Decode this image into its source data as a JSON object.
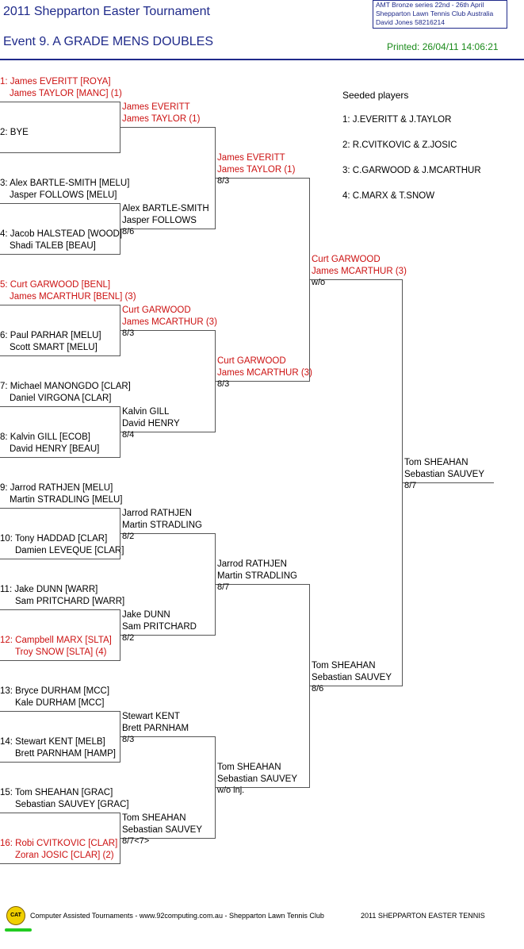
{
  "header": {
    "title": "2011 Shepparton Easter Tournament",
    "event": "Event 9. A GRADE MENS DOUBLES",
    "printed": "Printed: 26/04/11 14:06:21",
    "info_line1": "AMT Bronze series    22nd - 26th April",
    "info_line2": "Shepparton Lawn Tennis Club    Australia",
    "info_line3": "David Jones    58216214"
  },
  "round1": [
    {
      "p1": "1: James EVERITT [ROYA]",
      "p2": "James TAYLOR [MANC] (1)",
      "seeded": true
    },
    {
      "p1": "2: BYE",
      "p2": "",
      "seeded": false
    },
    {
      "p1": "3: Alex BARTLE-SMITH [MELU]",
      "p2": "Jasper FOLLOWS [MELU]",
      "seeded": false
    },
    {
      "p1": "4: Jacob HALSTEAD [WOOD]",
      "p2": "Shadi TALEB [BEAU]",
      "seeded": false
    },
    {
      "p1": "5: Curt GARWOOD [BENL]",
      "p2": "James MCARTHUR [BENL] (3)",
      "seeded": true
    },
    {
      "p1": "6: Paul PARHAR [MELU]",
      "p2": "Scott SMART [MELU]",
      "seeded": false
    },
    {
      "p1": "7: Michael MANONGDO [CLAR]",
      "p2": "Daniel VIRGONA [CLAR]",
      "seeded": false
    },
    {
      "p1": "8: Kalvin GILL [ECOB]",
      "p2": "David HENRY [BEAU]",
      "seeded": false
    },
    {
      "p1": "9: Jarrod RATHJEN [MELU]",
      "p2": "Martin STRADLING [MELU]",
      "seeded": false
    },
    {
      "p1": "10: Tony HADDAD [CLAR]",
      "p2": "Damien LEVEQUE [CLAR]",
      "seeded": false
    },
    {
      "p1": "11: Jake DUNN [WARR]",
      "p2": "Sam PRITCHARD [WARR]",
      "seeded": false
    },
    {
      "p1": "12: Campbell MARX [SLTA]",
      "p2": "Troy SNOW [SLTA] (4)",
      "seeded": true
    },
    {
      "p1": "13: Bryce DURHAM [MCC]",
      "p2": "Kale DURHAM [MCC]",
      "seeded": false
    },
    {
      "p1": "14: Stewart KENT [MELB]",
      "p2": "Brett PARNHAM [HAMP]",
      "seeded": false
    },
    {
      "p1": "15: Tom SHEAHAN [GRAC]",
      "p2": "Sebastian SAUVEY [GRAC]",
      "seeded": false
    },
    {
      "p1": "16: Robi CVITKOVIC [CLAR]",
      "p2": "Zoran JOSIC [CLAR] (2)",
      "seeded": true
    }
  ],
  "round2": [
    {
      "p1": "James EVERITT",
      "p2": "James TAYLOR (1)",
      "score": "",
      "seeded": true
    },
    {
      "p1": "Alex BARTLE-SMITH",
      "p2": "Jasper FOLLOWS",
      "score": "8/6",
      "seeded": false
    },
    {
      "p1": "Curt GARWOOD",
      "p2": "James MCARTHUR (3)",
      "score": "8/3",
      "seeded": true
    },
    {
      "p1": "Kalvin GILL",
      "p2": "David HENRY",
      "score": "8/4",
      "seeded": false
    },
    {
      "p1": "Jarrod RATHJEN",
      "p2": "Martin STRADLING",
      "score": "8/2",
      "seeded": false
    },
    {
      "p1": "Jake DUNN",
      "p2": "Sam PRITCHARD",
      "score": "8/2",
      "seeded": false
    },
    {
      "p1": "Stewart KENT",
      "p2": "Brett PARNHAM",
      "score": "8/3",
      "seeded": false
    },
    {
      "p1": "Tom SHEAHAN",
      "p2": "Sebastian SAUVEY",
      "score": "8/7<7>",
      "seeded": false
    }
  ],
  "round3": [
    {
      "p1": "James EVERITT",
      "p2": "James TAYLOR (1)",
      "score": "8/3",
      "seeded": true
    },
    {
      "p1": "Curt GARWOOD",
      "p2": "James MCARTHUR (3)",
      "score": "8/3",
      "seeded": true
    },
    {
      "p1": "Jarrod RATHJEN",
      "p2": "Martin STRADLING",
      "score": "8/7",
      "seeded": false
    },
    {
      "p1": "Tom SHEAHAN",
      "p2": "Sebastian SAUVEY",
      "score": "w/o inj.",
      "seeded": false
    }
  ],
  "round4": [
    {
      "p1": "Curt GARWOOD",
      "p2": "James MCARTHUR (3)",
      "score": "w/o",
      "seeded": true
    },
    {
      "p1": "Tom SHEAHAN",
      "p2": "Sebastian SAUVEY",
      "score": "8/6",
      "seeded": false
    }
  ],
  "final": {
    "p1": "Tom SHEAHAN",
    "p2": "Sebastian SAUVEY",
    "score": "8/7"
  },
  "seeds": {
    "title": "Seeded players",
    "items": [
      "1: J.EVERITT & J.TAYLOR",
      "2: R.CVITKOVIC & Z.JOSIC",
      "3: C.GARWOOD & J.MCARTHUR",
      "4: C.MARX & T.SNOW"
    ]
  },
  "footer": {
    "logo_text": "CAT",
    "left": "Computer Assisted Tournaments - www.92computing.com.au  -  Shepparton Lawn Tennis Club",
    "right": "2011 SHEPPARTON EASTER TENNIS"
  },
  "colors": {
    "seeded": "#cc1111",
    "header": "#1f2a8a",
    "printed": "#1a8a1a",
    "lines": "#555555"
  }
}
